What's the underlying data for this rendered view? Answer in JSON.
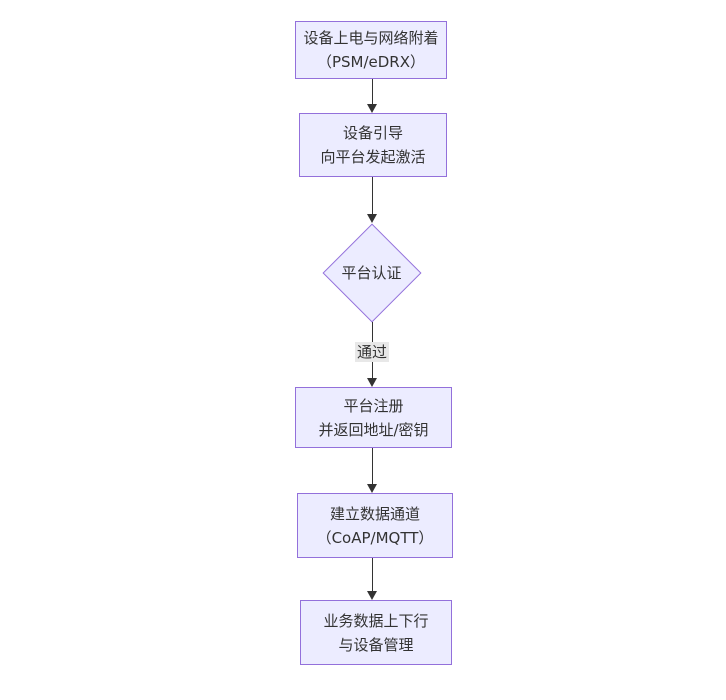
{
  "diagram": {
    "type": "flowchart-vertical",
    "nodes": [
      {
        "id": "power-attach",
        "shape": "rect",
        "lines": [
          "设备上电与网络附着",
          "（PSM/eDRX）"
        ]
      },
      {
        "id": "bootstrap",
        "shape": "rect",
        "lines": [
          "设备引导",
          "向平台发起激活"
        ]
      },
      {
        "id": "auth",
        "shape": "diamond",
        "lines": [
          "平台认证"
        ]
      },
      {
        "id": "register",
        "shape": "rect",
        "lines": [
          "平台注册",
          "并返回地址/密钥"
        ]
      },
      {
        "id": "data-channel",
        "shape": "rect",
        "lines": [
          "建立数据通道",
          "（CoAP/MQTT）"
        ]
      },
      {
        "id": "business",
        "shape": "rect",
        "lines": [
          "业务数据上下行",
          "与设备管理"
        ]
      }
    ],
    "edges": [
      {
        "from": "power-attach",
        "to": "bootstrap",
        "label": ""
      },
      {
        "from": "bootstrap",
        "to": "auth",
        "label": ""
      },
      {
        "from": "auth",
        "to": "register",
        "label": "通过"
      },
      {
        "from": "register",
        "to": "data-channel",
        "label": ""
      },
      {
        "from": "data-channel",
        "to": "business",
        "label": ""
      }
    ],
    "colors": {
      "canvas_bg": "#ffffff",
      "node_fill": "#ECECFF",
      "node_border": "#9370DB",
      "text": "#333333",
      "line": "#333333",
      "label_bg": "#e8e8e8"
    }
  }
}
